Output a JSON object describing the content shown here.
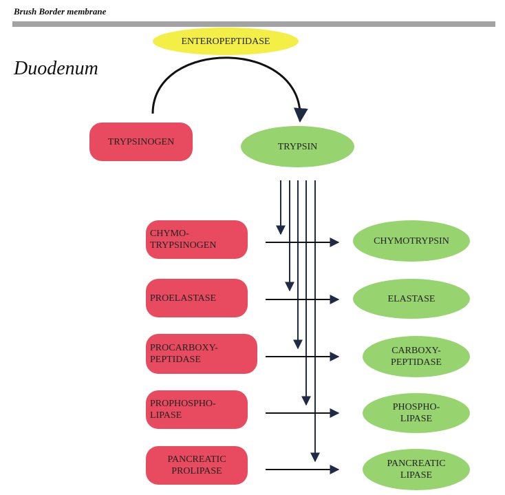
{
  "membrane_label": "Brush Border membrane",
  "region_label": "Duodenum",
  "enteropeptidase": {
    "label": "ENTEROPEPTIDASE",
    "color": "#f3ef47"
  },
  "trypsinogen": {
    "label": "TRYPSINOGEN",
    "color": "#e84a5f"
  },
  "trypsin": {
    "label": "TRYPSIN",
    "color": "#97d36f"
  },
  "conversions": [
    {
      "proenzyme": "CHYMO-\nTRYPSINOGEN",
      "enzyme": "CHYMOTRYPSIN"
    },
    {
      "proenzyme": "PROELASTASE",
      "enzyme": "ELASTASE"
    },
    {
      "proenzyme": "PROCARBOXY-\nPEPTIDASE",
      "enzyme": "CARBOXY-\nPEPTIDASE"
    },
    {
      "proenzyme": "PROPHOSPHO-\nLIPASE",
      "enzyme": "PHOSPHO-\nLIPASE"
    },
    {
      "proenzyme": "PANCREATIC\nPROLIPASE",
      "enzyme": "PANCREATIC\nLIPASE"
    }
  ],
  "colors": {
    "proenzyme": "#e84a5f",
    "active_enzyme": "#97d36f",
    "arrow": "#1f2a44",
    "membrane": "#a3a3a3"
  }
}
